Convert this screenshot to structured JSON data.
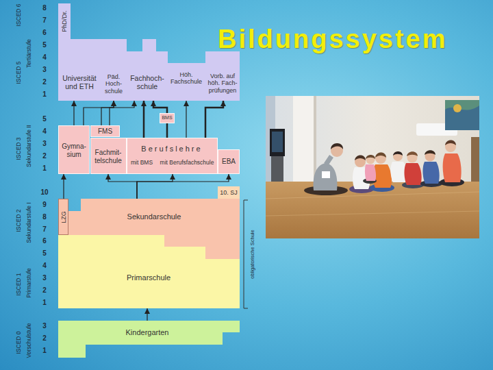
{
  "diagram": {
    "title": "Bildungssystem",
    "nodes": [
      {
        "text": [
          "PhD/Dr."
        ]
      },
      {
        "text": [
          "Universität und ETH"
        ]
      },
      {
        "text": [
          "Päd. Hoch- schule"
        ]
      },
      {
        "text": [
          "Fachhoch- schule"
        ]
      },
      {
        "text": [
          "Höh. Fachschule"
        ]
      },
      {
        "text": [
          "Vorb. auf höh. Fach- prüfungen"
        ]
      },
      {
        "text": [
          "BMS"
        ]
      },
      {
        "text": [
          "FMS"
        ]
      },
      {
        "text": [
          "Gymna- sium"
        ]
      },
      {
        "text": [
          "Fachmit- telschule"
        ]
      },
      {
        "text": [
          "Berufslehre",
          "mit BMS",
          "mit Berufsfachschule"
        ]
      },
      {
        "text": [
          "EBA"
        ]
      },
      {
        "text": [
          "10. SJ"
        ]
      },
      {
        "text": [
          "LZG"
        ]
      },
      {
        "text": [
          "Sekundarschule"
        ]
      },
      {
        "text": [
          "Primarschule"
        ]
      },
      {
        "text": [
          "Kindergarten"
        ]
      }
    ],
    "edges": [
      {
        "from": 8,
        "to": 1,
        "arrow": "to"
      },
      {
        "from": 8,
        "to": 2,
        "arrow": "to"
      },
      {
        "from": 7,
        "to": 2,
        "arrow": "to"
      },
      {
        "from": 7,
        "to": 3,
        "arrow": "to"
      },
      {
        "from": 10,
        "to": 3,
        "arrow": "to"
      },
      {
        "from": 6,
        "to": 3,
        "arrow": "to"
      },
      {
        "from": 10,
        "to": 6,
        "arrow": "none"
      },
      {
        "from": 10,
        "to": 4,
        "arrow": "to"
      },
      {
        "from": 10,
        "to": 5,
        "arrow": "to"
      },
      {
        "from": 13,
        "to": 8,
        "arrow": "to"
      },
      {
        "from": 14,
        "to": 9,
        "arrow": "to"
      },
      {
        "from": 14,
        "to": 10,
        "arrow": "to"
      },
      {
        "from": 14,
        "to": 11,
        "arrow": "to"
      },
      {
        "from": 16,
        "to": 15,
        "arrow": "to"
      }
    ],
    "labels": [
      "ISCED 6",
      "Tertiärstufe",
      "ISCED 5",
      "ISCED 3",
      "Sekundarstufe II",
      "ISCED 2",
      "Sekundarstufe I",
      "ISCED 1",
      "Primarstufe",
      "ISCED 0",
      "Vorschulstufe",
      "8",
      "7",
      "6",
      "5",
      "4",
      "3",
      "2",
      "1",
      "5",
      "4",
      "3",
      "2",
      "1",
      "10",
      "9",
      "8",
      "7",
      "6",
      "5",
      "4",
      "3",
      "2",
      "1",
      "3",
      "2",
      "1",
      "obligatorische Schule"
    ]
  }
}
